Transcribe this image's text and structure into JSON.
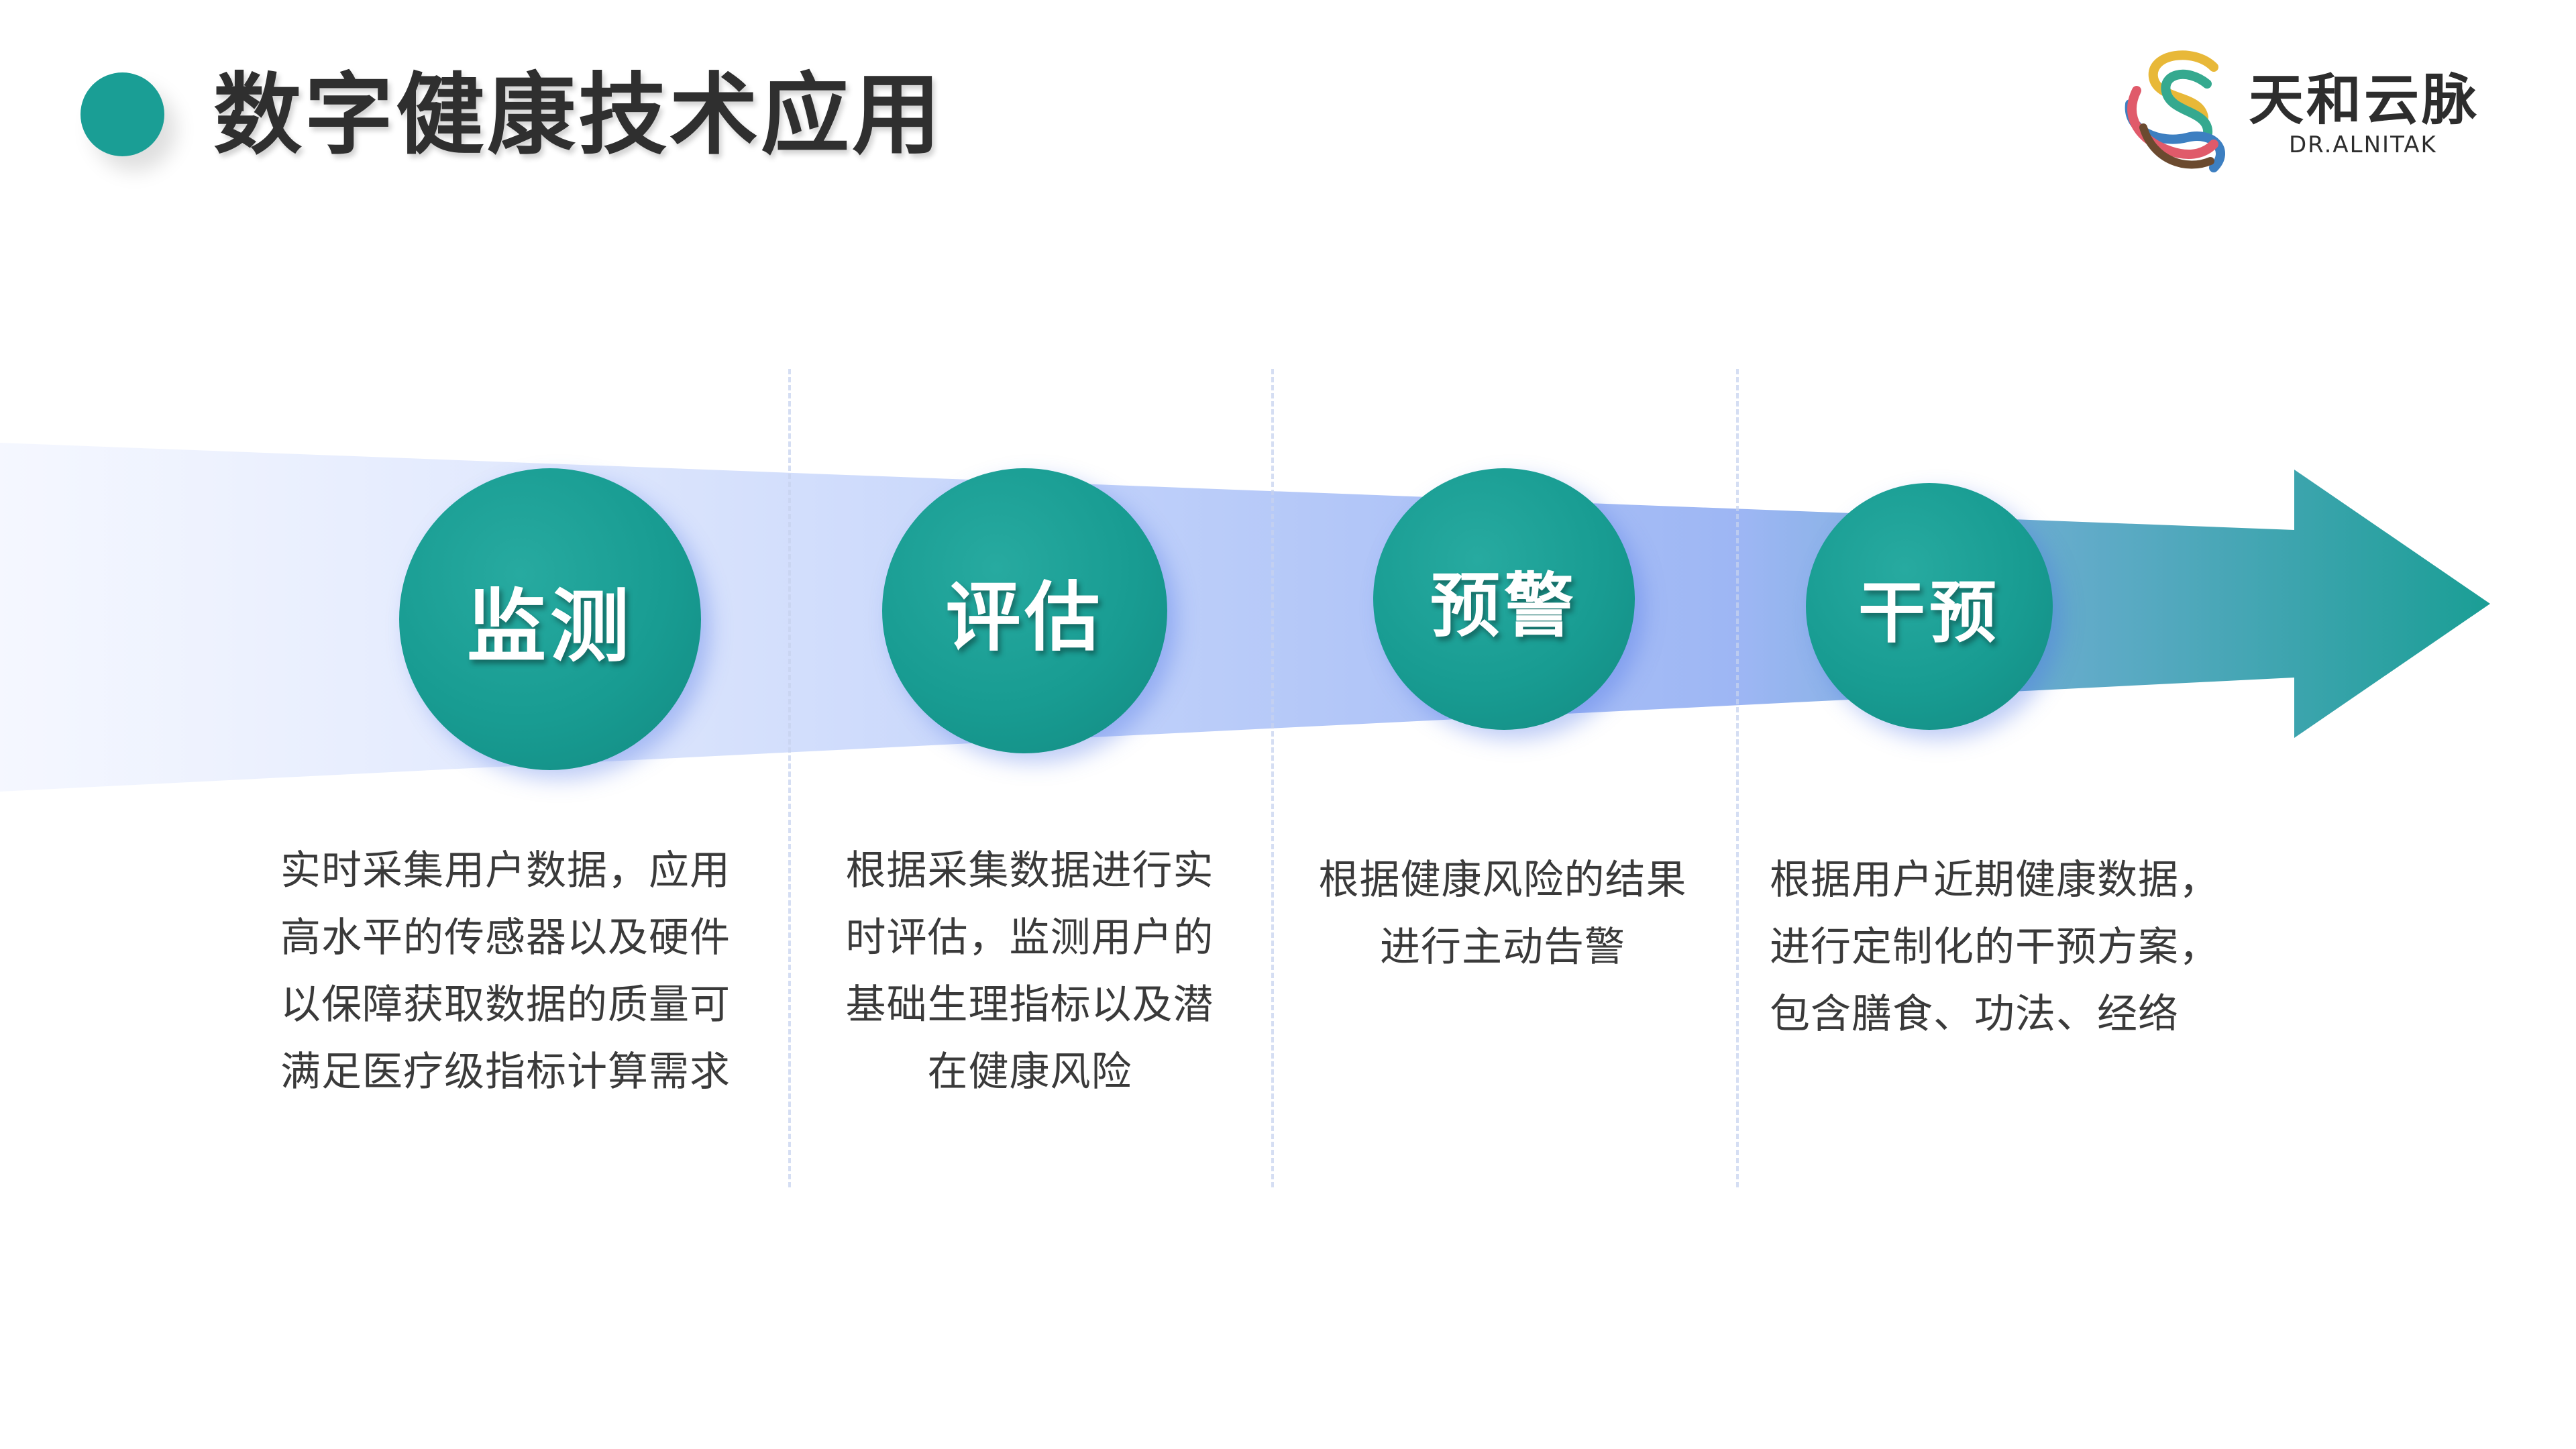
{
  "header": {
    "title": "数字健康技术应用"
  },
  "brand": {
    "name": "天和云脉",
    "subtitle": "DR.ALNITAK",
    "logo_icon": "colorful-swirl-logo",
    "logo_colors": [
      "#e8b838",
      "#35a98f",
      "#3d7fc1",
      "#e05a6a",
      "#6b4a2f"
    ]
  },
  "colors": {
    "accent": "#1a9e95",
    "arrow_start": "#eef2ff",
    "arrow_mid": "#9db6f4",
    "arrow_end": "#1a9e95"
  },
  "steps": [
    {
      "label": "监测",
      "description": "实时采集用户数据，应用\n高水平的传感器以及硬件\n以保障获取数据的质量可\n满足医疗级指标计算需求"
    },
    {
      "label": "评估",
      "description": "根据采集数据进行实\n时评估，监测用户的\n基础生理指标以及潜\n在健康风险"
    },
    {
      "label": "预警",
      "description": "根据健康风险的结果\n进行主动告警"
    },
    {
      "label": "干预",
      "description": "根据用户近期健康数据，\n进行定制化的干预方案，\n包含膳食、功法、经络"
    }
  ]
}
